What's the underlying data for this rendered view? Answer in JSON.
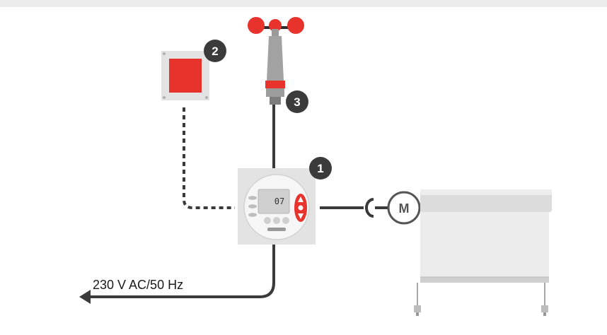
{
  "supply": {
    "label": "230 V AC/50 Hz"
  },
  "controller": {
    "badge": "1",
    "display": "07"
  },
  "switch": {
    "badge": "2"
  },
  "wind_sensor": {
    "badge": "3"
  },
  "motor": {
    "label": "M"
  },
  "colors": {
    "accent_red": "#e8332d",
    "line_dark": "#3a3a3a",
    "badge_dark": "#3b3b3b",
    "panel_gray": "#e3e3e3"
  }
}
